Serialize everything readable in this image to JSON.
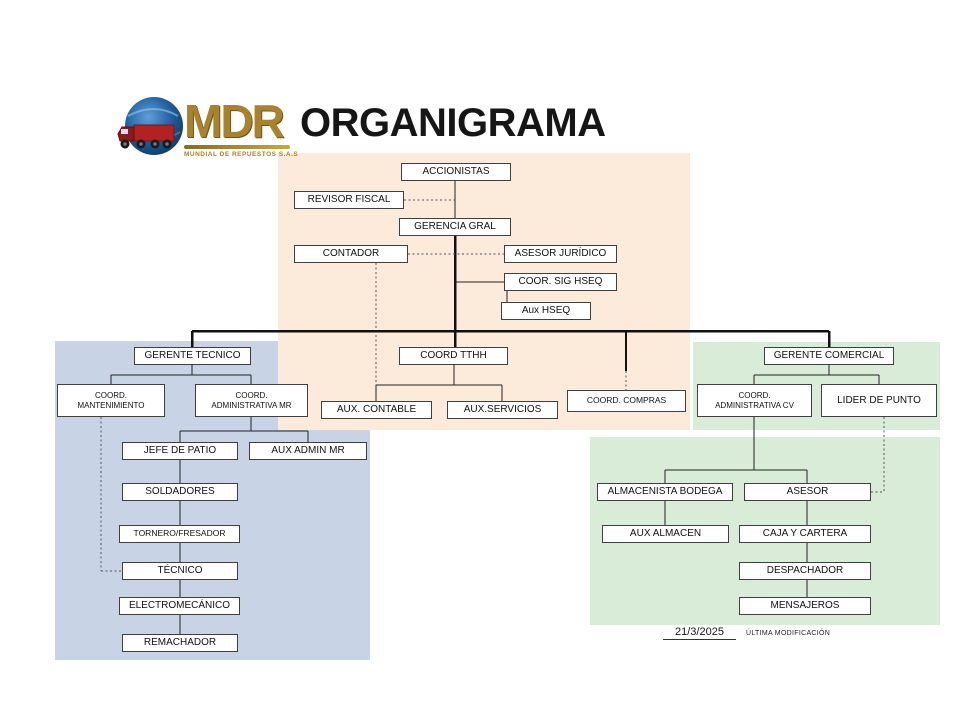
{
  "header": {
    "logo": {
      "brand": "MDR",
      "tagline": "MUNDIAL DE REPUESTOS S.A.S"
    },
    "title": "ORGANIGRAMA"
  },
  "footer": {
    "date": "21/3/2025",
    "label": "ÚLTIMA MODIFICACIÓN"
  },
  "colors": {
    "region_direccion": "#fcebdb",
    "region_tecnica": "#c8d4e6",
    "region_comercial": "#d8ecd8",
    "box_border": "#3f3f3f",
    "brand_gold": "#a8822e"
  },
  "chart_data": {
    "type": "org-chart",
    "title": "ORGANIGRAMA",
    "nodes": {
      "accionistas": {
        "label": "ACCIONISTAS"
      },
      "revisor_fiscal": {
        "label": "REVISOR FISCAL"
      },
      "gerencia_gral": {
        "label": "GERENCIA GRAL"
      },
      "contador": {
        "label": "CONTADOR"
      },
      "asesor_juridico": {
        "label": "ASESOR JURÍDICO"
      },
      "coor_sig_hseq": {
        "label": "COOR. SIG HSEQ"
      },
      "aux_hseq": {
        "label": "Aux HSEQ"
      },
      "gerente_tecnico": {
        "label": "GERENTE TECNICO"
      },
      "coord_tthh": {
        "label": "COORD TTHH"
      },
      "gerente_comercial": {
        "label": "GERENTE COMERCIAL"
      },
      "coord_mantenimiento": {
        "label": "COORD.\nMANTENIMIENTO"
      },
      "coord_administrativa_mr": {
        "label": "COORD.\nADMINISTRATIVA MR"
      },
      "aux_contable": {
        "label": "AUX. CONTABLE"
      },
      "aux_servicios": {
        "label": "AUX.SERVICIOS"
      },
      "coord_compras": {
        "label": "COORD. COMPRAS"
      },
      "coord_administrativa_cv": {
        "label": "COORD.\nADMINISTRATIVA CV"
      },
      "lider_de_punto": {
        "label": "LIDER DE PUNTO"
      },
      "jefe_de_patio": {
        "label": "JEFE DE PATIO"
      },
      "aux_admin_mr": {
        "label": "AUX ADMIN MR"
      },
      "soldadores": {
        "label": "SOLDADORES"
      },
      "tornero_fresador": {
        "label": "TORNERO/FRESADOR"
      },
      "tecnico": {
        "label": "TÉCNICO"
      },
      "electromecanico": {
        "label": "ELECTROMECÁNICO"
      },
      "remachador": {
        "label": "REMACHADOR"
      },
      "almacenista_bodega": {
        "label": "ALMACENISTA BODEGA"
      },
      "asesor": {
        "label": "ASESOR"
      },
      "aux_almacen": {
        "label": "AUX ALMACEN"
      },
      "caja_y_cartera": {
        "label": "CAJA Y CARTERA"
      },
      "despachador": {
        "label": "DESPACHADOR"
      },
      "mensajeros": {
        "label": "MENSAJEROS"
      }
    },
    "edges": [
      {
        "from": "accionistas",
        "to": "gerencia_gral",
        "style": "solid"
      },
      {
        "from": "accionistas",
        "to": "revisor_fiscal",
        "style": "dotted"
      },
      {
        "from": "gerencia_gral",
        "to": "contador",
        "style": "dotted"
      },
      {
        "from": "gerencia_gral",
        "to": "asesor_juridico",
        "style": "dotted"
      },
      {
        "from": "gerencia_gral",
        "to": "coor_sig_hseq",
        "style": "solid"
      },
      {
        "from": "coor_sig_hseq",
        "to": "aux_hseq",
        "style": "solid"
      },
      {
        "from": "gerencia_gral",
        "to": "gerente_tecnico",
        "style": "solid"
      },
      {
        "from": "gerencia_gral",
        "to": "coord_tthh",
        "style": "solid"
      },
      {
        "from": "gerencia_gral",
        "to": "gerente_comercial",
        "style": "solid"
      },
      {
        "from": "gerencia_gral",
        "to": "coord_compras",
        "style": "dotted"
      },
      {
        "from": "contador",
        "to": "aux_contable",
        "style": "dotted"
      },
      {
        "from": "coord_tthh",
        "to": "aux_contable",
        "style": "solid"
      },
      {
        "from": "coord_tthh",
        "to": "aux_servicios",
        "style": "solid"
      },
      {
        "from": "gerente_tecnico",
        "to": "coord_mantenimiento",
        "style": "solid"
      },
      {
        "from": "gerente_tecnico",
        "to": "coord_administrativa_mr",
        "style": "solid"
      },
      {
        "from": "coord_administrativa_mr",
        "to": "jefe_de_patio",
        "style": "solid"
      },
      {
        "from": "coord_administrativa_mr",
        "to": "aux_admin_mr",
        "style": "solid"
      },
      {
        "from": "jefe_de_patio",
        "to": "soldadores",
        "style": "solid"
      },
      {
        "from": "soldadores",
        "to": "tornero_fresador",
        "style": "solid"
      },
      {
        "from": "tornero_fresador",
        "to": "tecnico",
        "style": "solid"
      },
      {
        "from": "tecnico",
        "to": "electromecanico",
        "style": "solid"
      },
      {
        "from": "electromecanico",
        "to": "remachador",
        "style": "solid"
      },
      {
        "from": "coord_mantenimiento",
        "to": "tecnico",
        "style": "dotted"
      },
      {
        "from": "gerente_comercial",
        "to": "coord_administrativa_cv",
        "style": "solid"
      },
      {
        "from": "gerente_comercial",
        "to": "lider_de_punto",
        "style": "solid"
      },
      {
        "from": "coord_administrativa_cv",
        "to": "almacenista_bodega",
        "style": "solid"
      },
      {
        "from": "coord_administrativa_cv",
        "to": "asesor",
        "style": "solid"
      },
      {
        "from": "almacenista_bodega",
        "to": "aux_almacen",
        "style": "solid"
      },
      {
        "from": "asesor",
        "to": "caja_y_cartera",
        "style": "solid"
      },
      {
        "from": "caja_y_cartera",
        "to": "despachador",
        "style": "solid"
      },
      {
        "from": "despachador",
        "to": "mensajeros",
        "style": "solid"
      },
      {
        "from": "lider_de_punto",
        "to": "asesor",
        "style": "dotted"
      }
    ]
  }
}
